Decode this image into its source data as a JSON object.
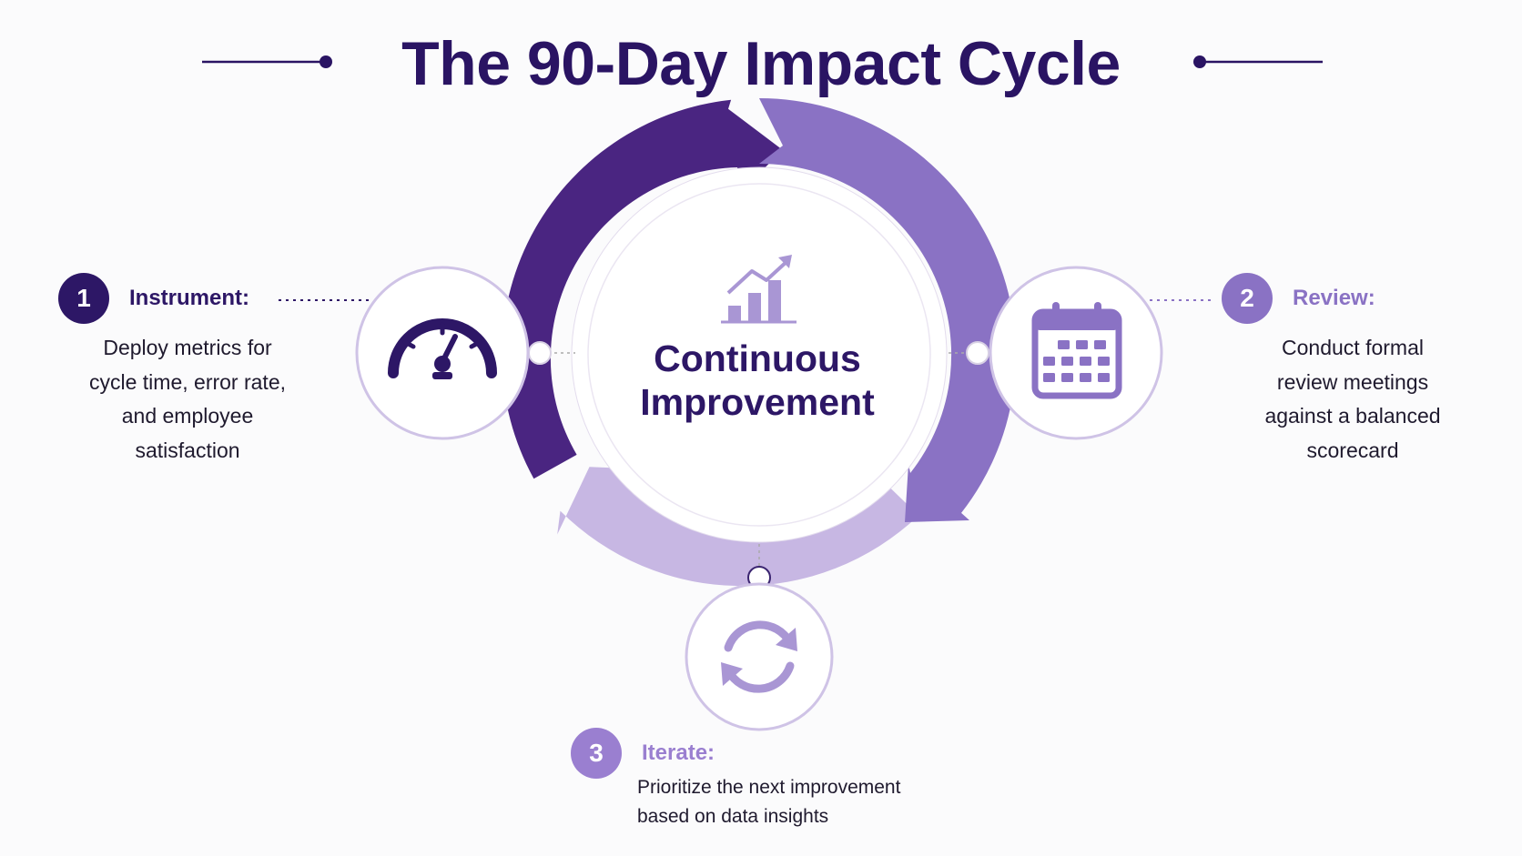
{
  "title": "The 90-Day Impact Cycle",
  "center": {
    "line1": "Continuous",
    "line2": "Improvement",
    "icon": "growth-chart-icon"
  },
  "steps": [
    {
      "number": "1",
      "title": "Instrument:",
      "description_lines": [
        "Deploy metrics for",
        "cycle time, error rate,",
        "and employee",
        "satisfaction"
      ],
      "icon": "speedometer-icon",
      "color": "#2d1766"
    },
    {
      "number": "2",
      "title": "Review:",
      "description_lines": [
        "Conduct formal",
        "review meetings",
        "against a balanced",
        "scorecard"
      ],
      "icon": "calendar-icon",
      "color": "#8a72c4"
    },
    {
      "number": "3",
      "title": "Iterate:",
      "description_lines": [
        "Prioritize the next improvement",
        "based on data insights"
      ],
      "icon": "refresh-icon",
      "color": "#9a7fd0"
    }
  ],
  "colors": {
    "dark_purple": "#4a2581",
    "mid_purple": "#8a72c4",
    "light_purple": "#c7b7e3",
    "title": "#2a1463"
  }
}
